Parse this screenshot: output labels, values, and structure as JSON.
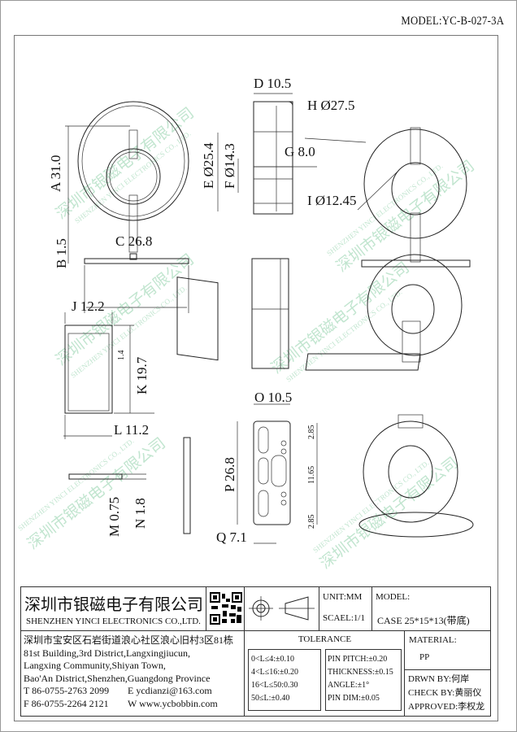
{
  "model_title": "MODEL:YC-B-027-3A",
  "dimensions": {
    "A": "A 31.0",
    "B": "B 1.5",
    "C": "C 26.8",
    "D": "D 10.5",
    "E": "E Ø25.4",
    "F": "F Ø14.3",
    "G": "G 8.0",
    "H": "H Ø27.5",
    "I": "I Ø12.45",
    "J": "J 12.2",
    "K": "K 19.7",
    "L": "L 11.2",
    "M": "M 0.75",
    "N": "N 1.8",
    "O": "O 10.5",
    "P": "P 26.8",
    "Q": "Q 7.1",
    "k_small": "1.4",
    "p_top": "2.85",
    "p_mid": "11.65",
    "p_bot": "2.85"
  },
  "watermark": {
    "cn": "深圳市银磁电子有限公司",
    "en": "SHENZHEN YINCI ELECTRONICS CO., LTD."
  },
  "title_block": {
    "company_cn": "深圳市银磁电子有限公司",
    "company_en": "SHENZHEN YINCI ELECTRONICS CO.,LTD.",
    "unit": "UNIT:MM",
    "scale": "SCAEL:1/1",
    "model_label": "MODEL:",
    "model_value": "CASE 25*15*13(带底)",
    "address": [
      "深圳市宝安区石岩街道浪心社区浪心旧村3区81栋",
      "81st Building,3rd District,Langxingjiucun,",
      "Langxing Community,Shiyan Town,",
      "Bao'An District,Shenzhen,Guangdong Province"
    ],
    "phone": "T 86-0755-2763 2099",
    "email": "E ycdianzi@163.com",
    "fax": "F 86-0755-2264 2121",
    "web": "W www.ycbobbin.com",
    "tolerance_title": "TOLERANCE",
    "tolerance_left": [
      "0<L≤4:±0.10",
      "4<L≤16:±0.20",
      "16<L≤50:0.30",
      "50≤L:±0.40"
    ],
    "tolerance_right": [
      "PIN PITCH:±0.20",
      "THICKNESS:±0.15",
      "ANGLE:±1°",
      "PIN DIM:±0.05"
    ],
    "material_label": "MATERIAL:",
    "material_value": "PP",
    "drawn_by": "DRWN BY:何岸",
    "check_by": "CHECK BY:黄丽仪",
    "approved": "APPROVED:李权龙"
  }
}
